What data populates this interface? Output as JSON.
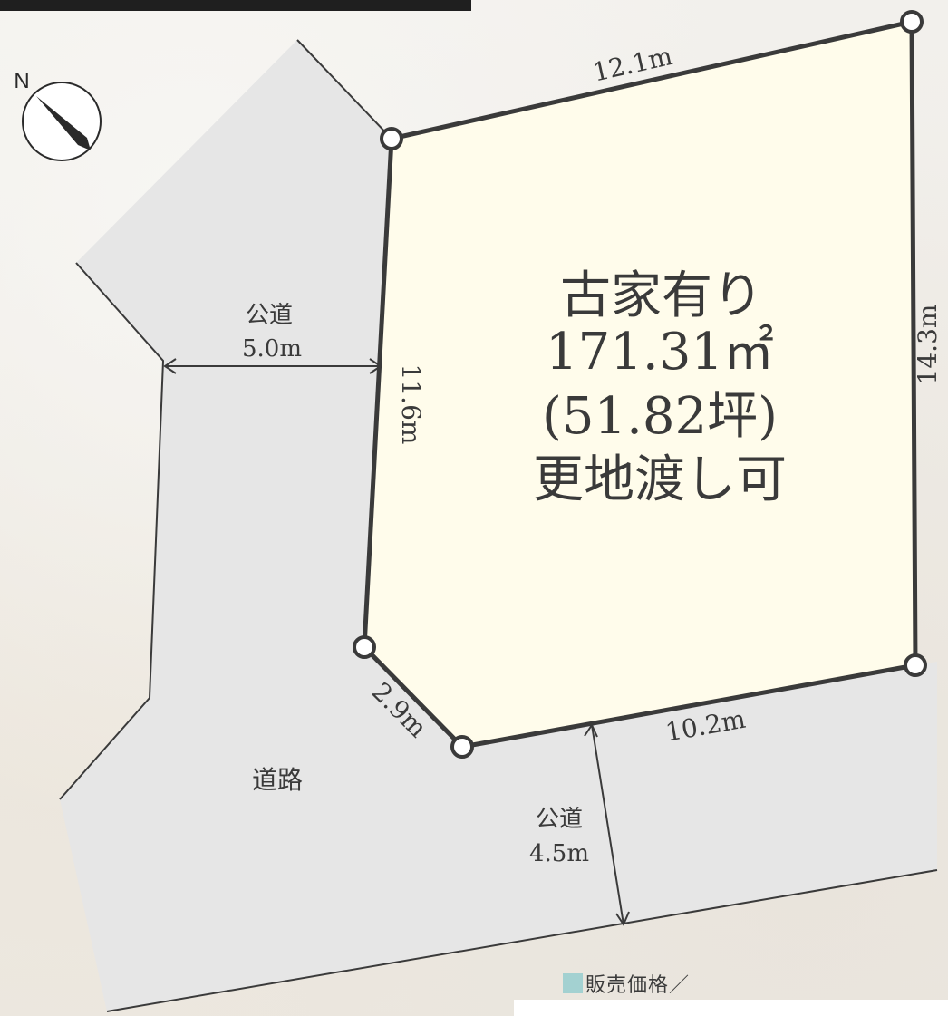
{
  "compass": {
    "letter": "N",
    "icon": "north-arrow-icon"
  },
  "lot": {
    "line1": "古家有り",
    "line2": "171.31㎡",
    "line3": "(51.82坪)",
    "line4": "更地渡し可",
    "fill_color": "#fffceb",
    "border_color": "#3a3a3a"
  },
  "dimensions": {
    "top": "12.1m",
    "right": "14.3m",
    "left": "11.6m",
    "corner": "2.9m",
    "bottom": "10.2m"
  },
  "roads": {
    "west_label": "公道",
    "west_width": "5.0m",
    "south_label": "公道",
    "south_width": "4.5m",
    "junction_label": "道路",
    "fill_color": "#e6e6e6"
  },
  "price": {
    "label": "販売価格／",
    "marker_color": "#a3d1d1"
  }
}
